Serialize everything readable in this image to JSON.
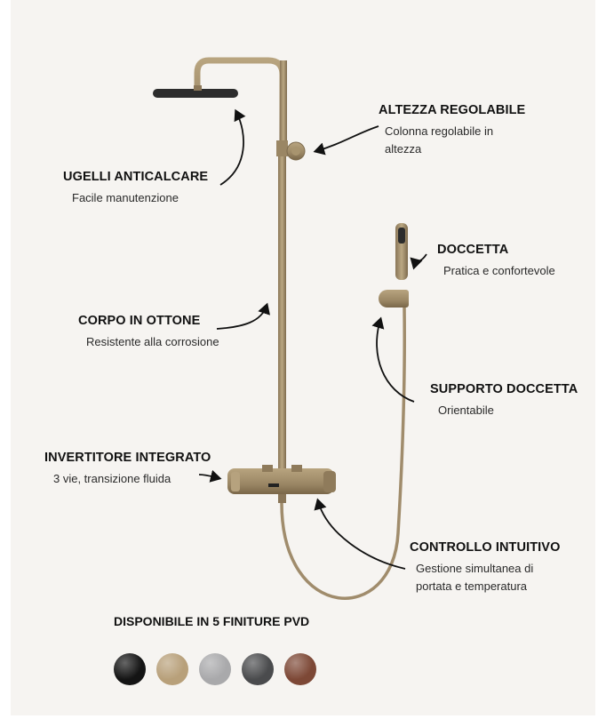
{
  "callouts": {
    "altezza": {
      "title": "ALTEZZA REGOLABILE",
      "desc_line1": "Colonna regolabile in",
      "desc_line2": "altezza"
    },
    "ugelli": {
      "title": "UGELLI ANTICALCARE",
      "desc": "Facile manutenzione"
    },
    "doccetta": {
      "title": "DOCCETTA",
      "desc": "Pratica e confortevole"
    },
    "corpo": {
      "title": "CORPO IN OTTONE",
      "desc": "Resistente alla corrosione"
    },
    "supporto": {
      "title": "SUPPORTO DOCCETTA",
      "desc": "Orientabile"
    },
    "invertitore": {
      "title": "INVERTITORE INTEGRATO",
      "desc": "3 vie, transizione fluida"
    },
    "controllo": {
      "title": "CONTROLLO INTUITIVO",
      "desc_line1": "Gestione simultanea di",
      "desc_line2": "portata e temperatura"
    }
  },
  "finishes": {
    "title": "DISPONIBILE IN 5 FINITURE PVD",
    "swatches": [
      {
        "name": "black-finish-swatch",
        "color": "#141414"
      },
      {
        "name": "brushed-gold-finish-swatch",
        "color": "#b8a07a"
      },
      {
        "name": "brushed-steel-finish-swatch",
        "color": "#a9a9ab"
      },
      {
        "name": "gunmetal-finish-swatch",
        "color": "#4a4b4d"
      },
      {
        "name": "copper-finish-swatch",
        "color": "#7d4836"
      }
    ]
  },
  "colors": {
    "background": "#f6f4f1",
    "brass": "#a08c6c",
    "text": "#111111"
  }
}
